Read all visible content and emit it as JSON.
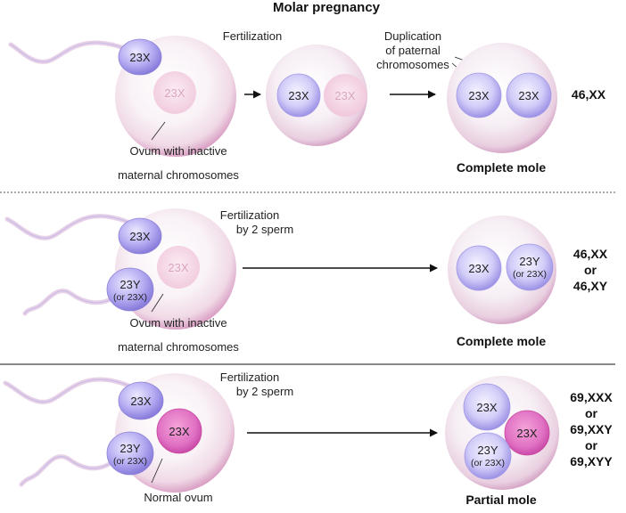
{
  "title": "Molar pregnancy",
  "colors": {
    "sperm_head": "#9a8fe0",
    "sperm_tail": "#e6c9e3",
    "ovum_fill": "#f7eef4",
    "ovum_rim": "#e7b7d3",
    "paternal_nucleus": "#aaa0ec",
    "inactive_nucleus": "#f2c9dd",
    "maternal_nucleus": "#e065bd",
    "separator_solid": "#444444",
    "separator_dotted": "#555555"
  },
  "rows": [
    {
      "fertilization_lines": [
        "Fertilization"
      ],
      "sperm": [
        {
          "label": "23X"
        }
      ],
      "ovum_nucleus": "23X",
      "ovum_caption": [
        "Ovum with inactive",
        "maternal chromosomes"
      ],
      "intermediate_nuclei": [
        "23X",
        "23X"
      ],
      "duplication_lines": [
        "Duplication",
        "of paternal",
        "chromosomes"
      ],
      "result_nuclei": [
        {
          "lines": [
            "23X"
          ]
        },
        {
          "lines": [
            "23X"
          ]
        }
      ],
      "karyotype": [
        "46,XX"
      ],
      "result_label": "Complete mole"
    },
    {
      "fertilization_lines": [
        "Fertilization",
        "by 2 sperm"
      ],
      "sperm": [
        {
          "label": "23X"
        },
        {
          "label": "23Y",
          "sub": "(or 23X)"
        }
      ],
      "ovum_nucleus": "23X",
      "ovum_caption": [
        "Ovum with inactive",
        "maternal chromosomes"
      ],
      "result_nuclei": [
        {
          "lines": [
            "23X"
          ]
        },
        {
          "lines": [
            "23Y"
          ],
          "sub": "(or 23X)"
        }
      ],
      "karyotype": [
        "46,XX",
        "or",
        "46,XY"
      ],
      "result_label": "Complete mole"
    },
    {
      "fertilization_lines": [
        "Fertilization",
        "by 2 sperm"
      ],
      "sperm": [
        {
          "label": "23X"
        },
        {
          "label": "23Y",
          "sub": "(or 23X)"
        }
      ],
      "ovum_nucleus": "23X",
      "ovum_caption": [
        "Normal ovum"
      ],
      "result_nuclei": [
        {
          "lines": [
            "23X"
          ]
        },
        {
          "lines": [
            "23X"
          ]
        },
        {
          "lines": [
            "23Y"
          ],
          "sub": "(or 23X)"
        }
      ],
      "karyotype": [
        "69,XXX",
        "or",
        "69,XXY",
        "or",
        "69,XYY"
      ],
      "result_label": "Partial mole"
    }
  ]
}
